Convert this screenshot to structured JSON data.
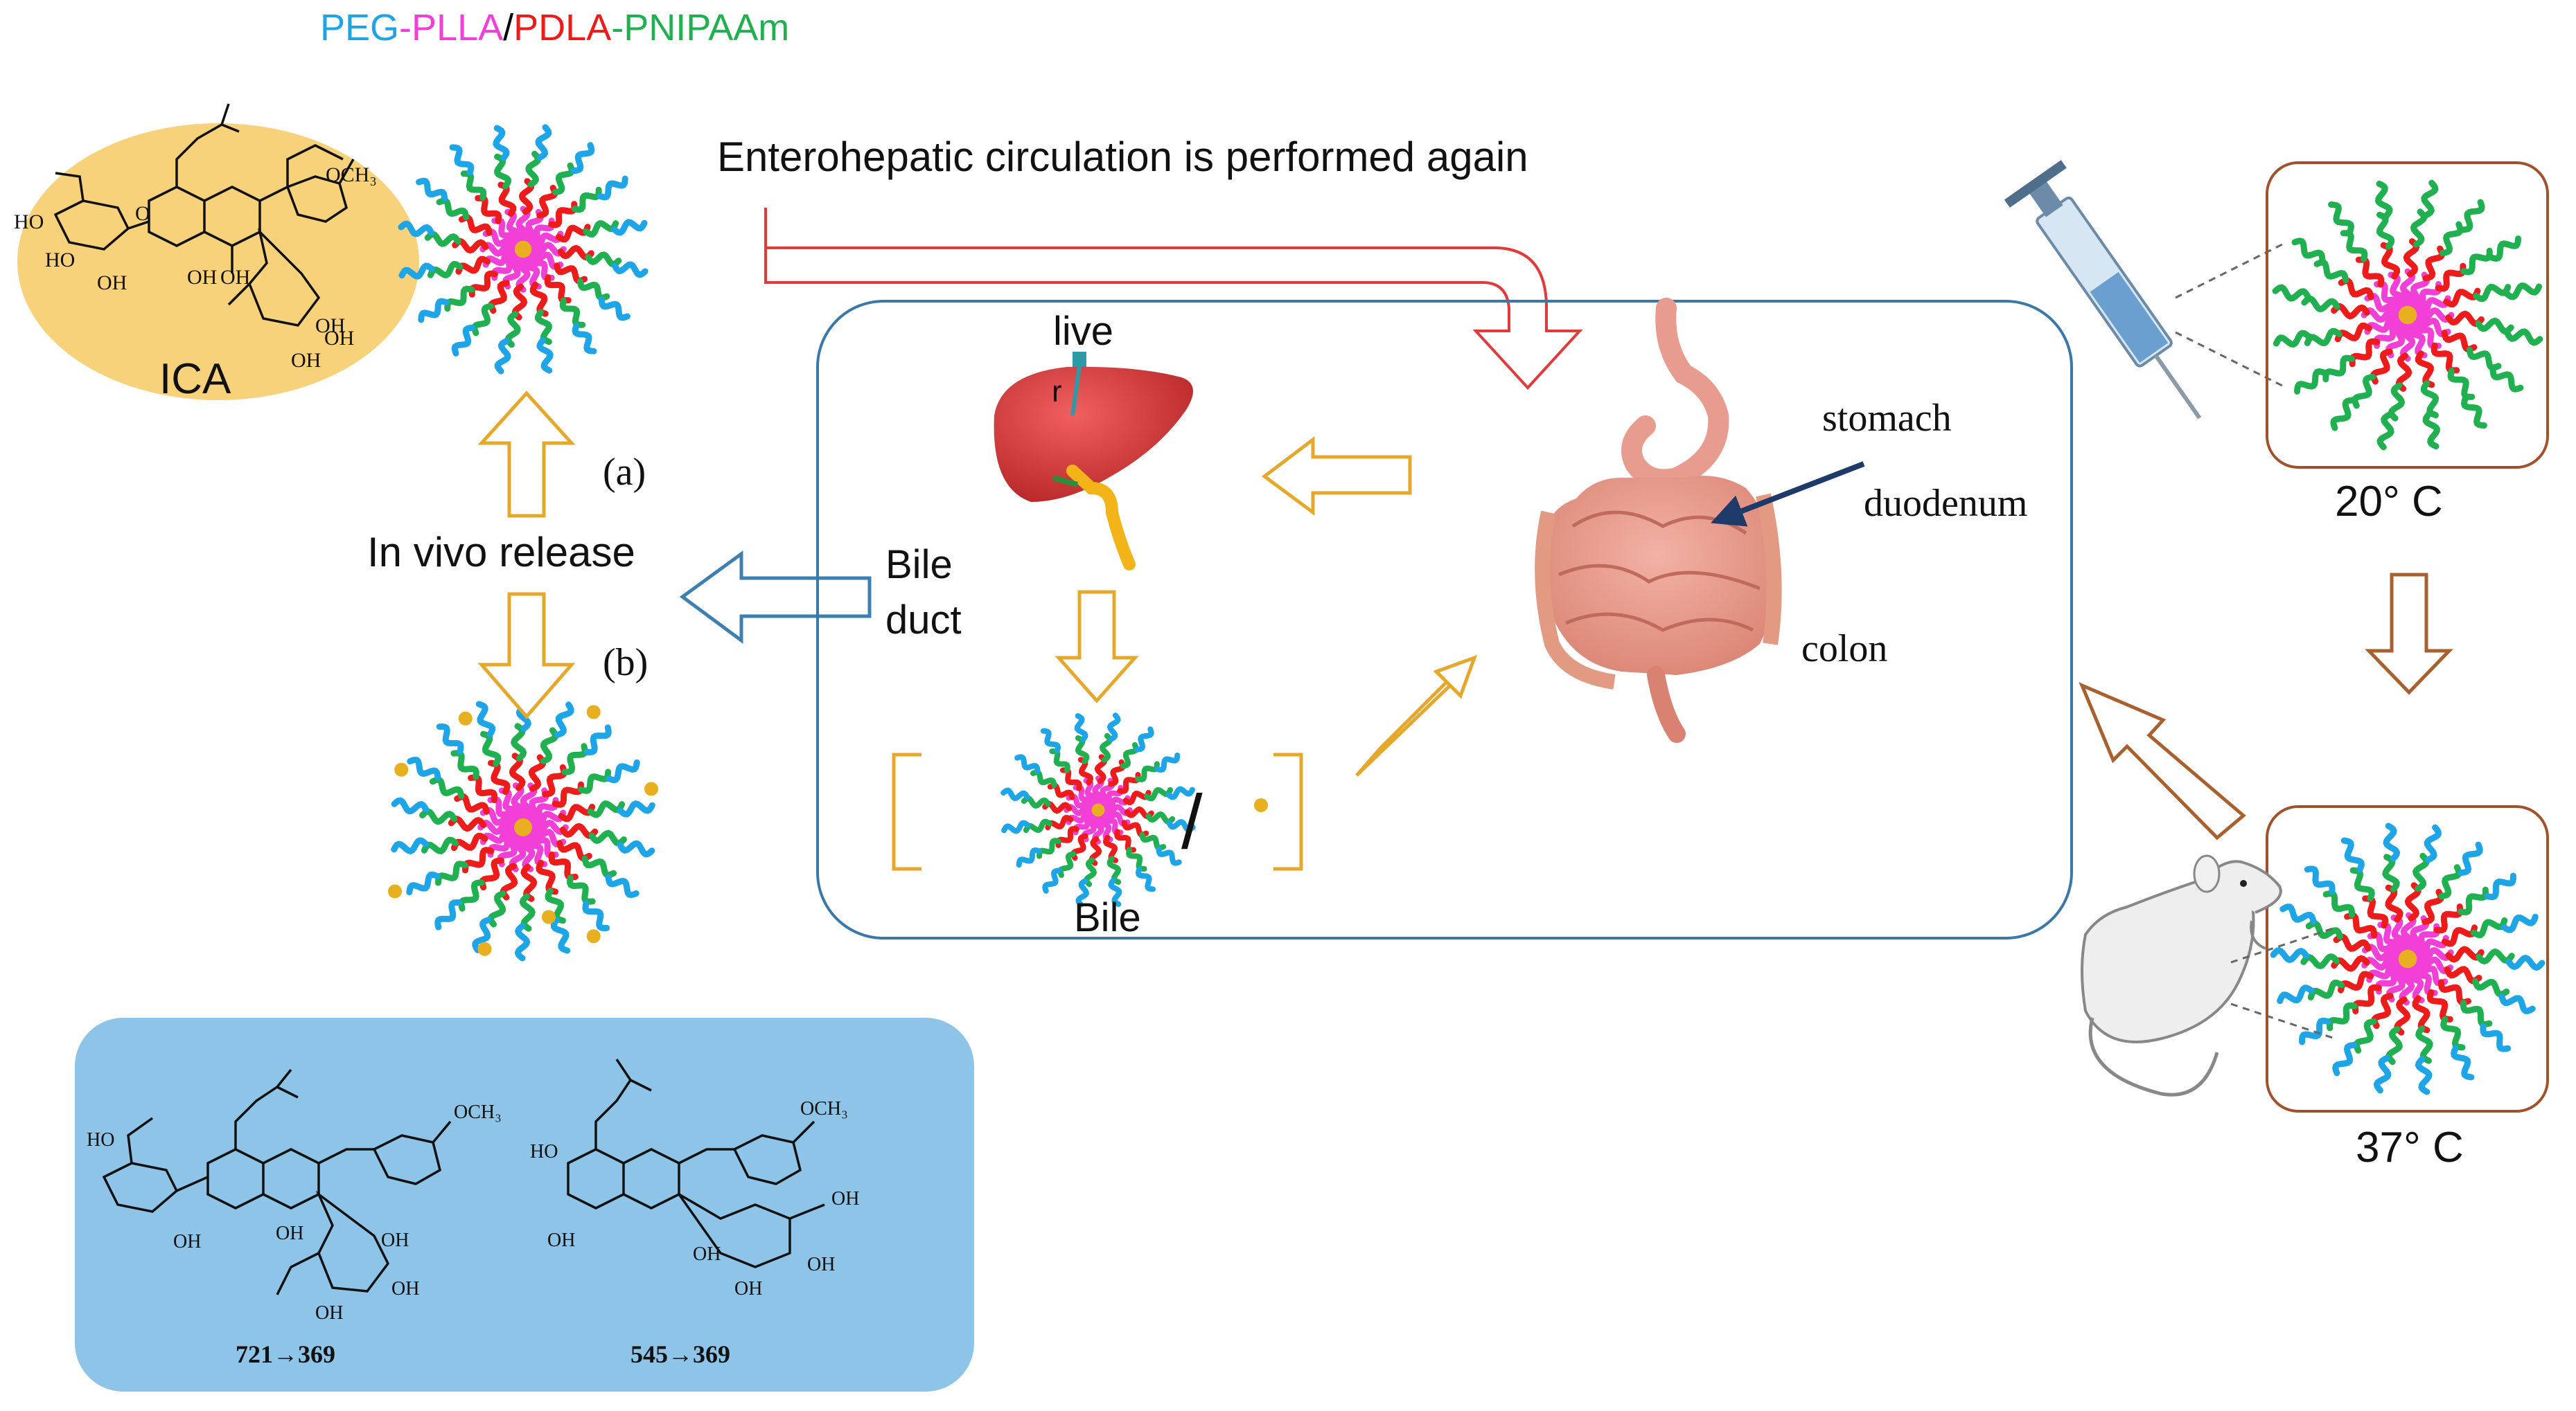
{
  "legend": {
    "peg": "PEG",
    "dash1": "-",
    "plla": "PLLA",
    "slash": "/",
    "pdla": "PDLA",
    "dash2": "-",
    "pnipaam": "PNIPAAm"
  },
  "top_label": "Enterohepatic circulation is performed again",
  "ica_label": "ICA",
  "labels": {
    "a": "(a)",
    "b": "(b)",
    "in_vivo": "In vivo release",
    "bile_duct_1": "Bile",
    "bile_duct_2": "duct",
    "live_1": "live",
    "live_2": "r",
    "bile": "Bile",
    "stomach": "stomach",
    "duodenum": "duodenum",
    "colon": "colon",
    "temp_low": "20° C",
    "temp_high": "37° C",
    "bile_slash": "/"
  },
  "chem": {
    "och3": "OCH₃",
    "oh": "OH",
    "ho": "HO",
    "o": "O",
    "metabolite1": "721→369",
    "metabolite2": "545→369"
  },
  "colors": {
    "peg": "#1ea5e8",
    "plla": "#f23fd8",
    "pdla": "#ee1b1b",
    "pnipaam": "#20b050",
    "orange_arrow": "#e6a82a",
    "red_arrow": "#e23a3a",
    "blue_arrow": "#3d7fb0",
    "brown_arrow": "#a8602e",
    "ica_ellipse": "#f8d27a",
    "metabolite_panel": "#8ec4e8",
    "box_border": "#3a78a8",
    "mouse_box_border": "#a0522d",
    "drug_dot": "#e8b020"
  }
}
